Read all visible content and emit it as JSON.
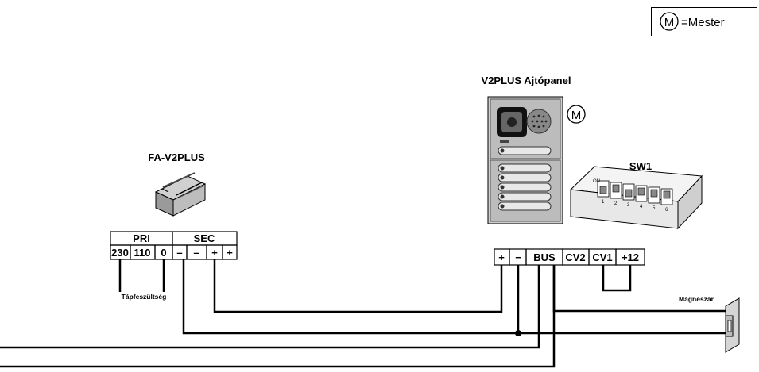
{
  "legend": {
    "symbol": "M",
    "text": "=Mester"
  },
  "power_supply": {
    "title": "FA-V2PLUS",
    "pri_header": "PRI",
    "sec_header": "SEC",
    "pri_terminals": [
      "230",
      "110",
      "0"
    ],
    "sec_terminals": [
      "–",
      "–",
      "+",
      "+"
    ],
    "mains_label": "Tápfeszültség"
  },
  "door_panel": {
    "title": "V2PLUS Ajtópanel",
    "master_symbol": "M",
    "terminals": [
      "+",
      "−",
      "BUS",
      "CV2",
      "CV1",
      "+12"
    ]
  },
  "switch": {
    "title": "SW1",
    "on_text": "ON",
    "positions": [
      "1",
      "2",
      "3",
      "4",
      "5",
      "6"
    ]
  },
  "lock": {
    "label": "Mágneszár"
  }
}
